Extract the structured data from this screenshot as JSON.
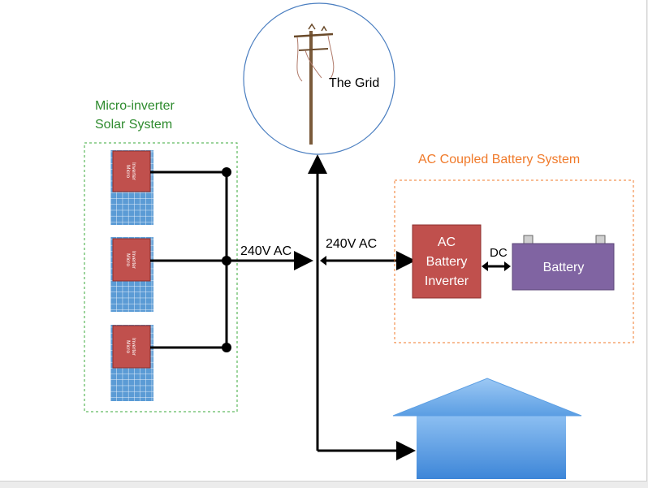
{
  "labels": {
    "solar_title_line1": "Micro-inverter",
    "solar_title_line2": "Solar System",
    "grid": "The Grid",
    "battery_system_title": "AC Coupled Battery System",
    "ac_left": "240V AC",
    "ac_right": "240V AC",
    "inverter_line1": "AC",
    "inverter_line2": "Battery",
    "inverter_line3": "Inverter",
    "dc": "DC",
    "battery": "Battery",
    "micro_line1": "Micro",
    "micro_line2": "Inverter"
  },
  "colors": {
    "solar_title": "#2e8b2e",
    "solar_border": "#3aa83a",
    "battery_title": "#f07a2a",
    "battery_border": "#f07a2a",
    "inverter_fill": "#c0504d",
    "battery_fill": "#8064a2",
    "panel_fill": "#5b9bd5",
    "house_fill": "#4a8fdb",
    "grid_circle": "#4a7ec0",
    "wire": "#000000"
  }
}
